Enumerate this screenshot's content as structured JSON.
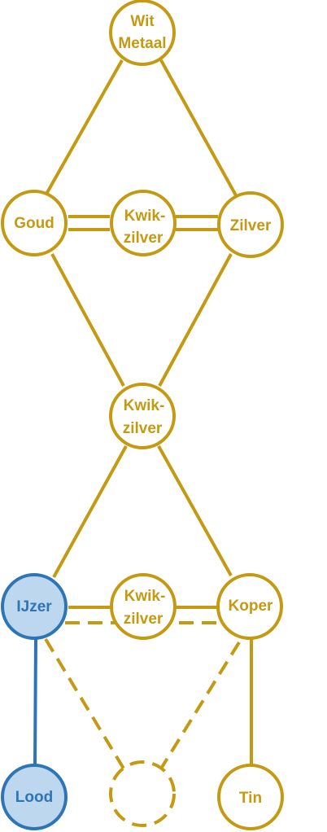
{
  "colors": {
    "gold": "#C49A12",
    "blue": "#2E75B6",
    "blue_fill": "#BDD7EE",
    "white": "#FFFFFF"
  },
  "nodes": {
    "wit_metaal": {
      "line1": "Wit",
      "line2": "Metaal"
    },
    "goud": {
      "label": "Goud"
    },
    "kwikzilver_top": {
      "line1": "Kwik-",
      "line2": "zilver"
    },
    "zilver": {
      "label": "Zilver"
    },
    "kwikzilver_mid": {
      "line1": "Kwik-",
      "line2": "zilver"
    },
    "ijzer": {
      "label": "IJzer"
    },
    "kwikzilver_low": {
      "line1": "Kwik-",
      "line2": "zilver"
    },
    "koper": {
      "label": "Koper"
    },
    "lood": {
      "label": "Lood"
    },
    "tin": {
      "label": "Tin"
    }
  }
}
